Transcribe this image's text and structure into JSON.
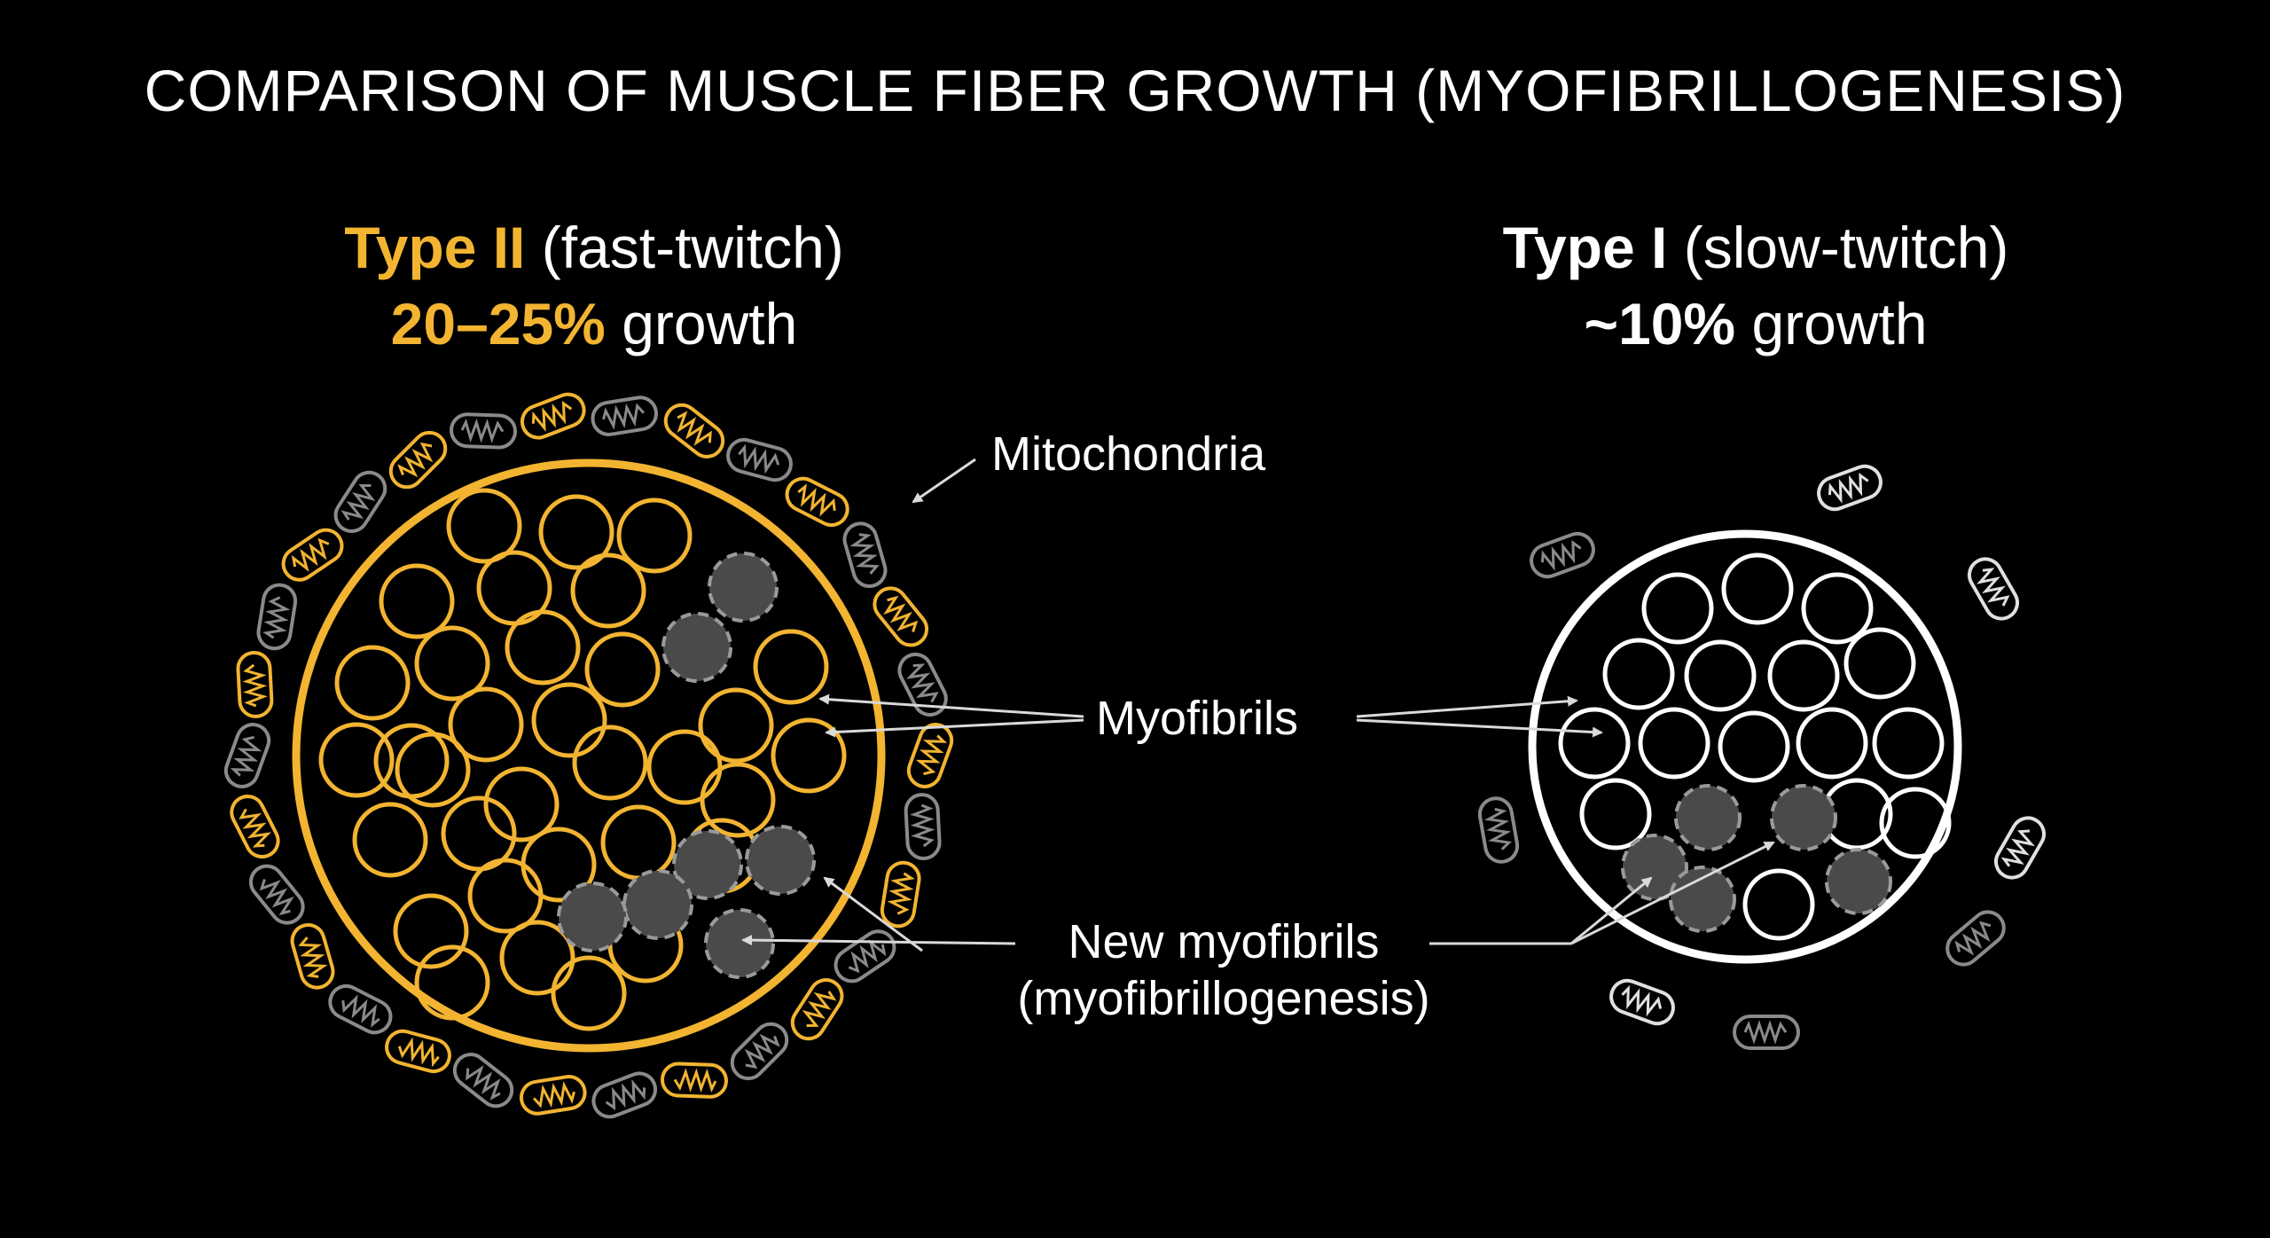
{
  "title": "COMPARISON OF MUSCLE FIBER GROWTH (MYOFIBRILLOGENESIS)",
  "type_ii": {
    "name": "Type II",
    "subtype": "(fast-twitch)",
    "growth_value": "20–25%",
    "growth_word": "growth"
  },
  "type_i": {
    "name": "Type I",
    "subtype": "(slow-twitch)",
    "growth_value": "~10%",
    "growth_word": "growth"
  },
  "labels": {
    "mitochondria": "Mitochondria",
    "myofibrils": "Myofibrils",
    "new_myofibrils_line1": "New myofibrils",
    "new_myofibrils_line2": "(myofibrillogenesis)"
  },
  "colors": {
    "background": "#000000",
    "type_ii_accent": "#f2b431",
    "type_i_outline": "#ffffff",
    "new_myofibril_fill": "#4a4a4a",
    "mito_gray": "#8a8a8a",
    "arrow": "#d9d9d9"
  }
}
